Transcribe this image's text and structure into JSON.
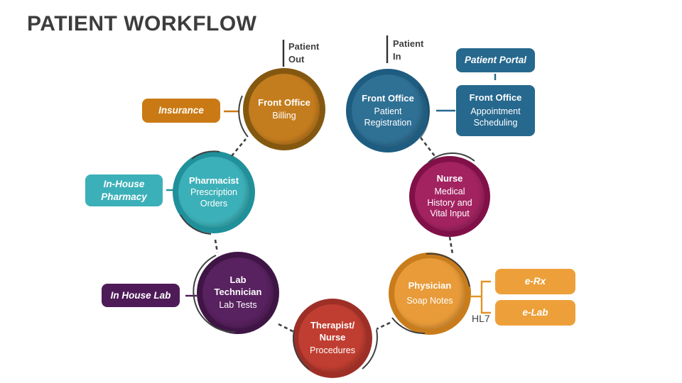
{
  "title": "PATIENT WORKFLOW",
  "labels": {
    "patient_in": "Patient In",
    "patient_out": "Patient Out",
    "hl7": "HL7"
  },
  "nodes": [
    {
      "role": "Front Office",
      "task": "Billing"
    },
    {
      "role": "Front Office",
      "task": "Patient Registration"
    },
    {
      "role": "Nurse",
      "task": "Medical History and Vital Input"
    },
    {
      "role": "Physician",
      "task": "Soap Notes"
    },
    {
      "role": "Therapist/ Nurse",
      "task": "Procedures"
    },
    {
      "role": "Lab Technician",
      "task": "Lab Tests"
    },
    {
      "role": "Pharmacist",
      "task": "Prescription Orders"
    }
  ],
  "boxes": {
    "portal": "Patient Portal",
    "appointment_role": "Front Office",
    "appointment_task": "Appointment Scheduling",
    "insurance": "Insurance",
    "pharmacy": "In-House Pharmacy",
    "lab": "In House Lab",
    "erx": "e-Rx",
    "elab": "e-Lab"
  },
  "colors": {
    "dark": "#3f4040",
    "title": "#3d3d3d",
    "blue": "#2f7095",
    "blue-dark": "#1e5c80",
    "blue-box": "#26688e",
    "magenta": "#a32361",
    "magenta-dark": "#811048",
    "gold": "#c47d1e",
    "gold-dark": "#845810",
    "insurance": "#ca7a14",
    "orange": "#e89b38",
    "orange-dark": "#c97c1b",
    "orange-box": "#eda03a",
    "orange-arrow": "#e39326",
    "red": "#c03e31",
    "red-dark": "#9d2f27",
    "purple": "#58215f",
    "purple-dark": "#3f1546",
    "purple-box": "#4e1b58",
    "teal": "#3cb0b8",
    "teal-dark": "#20909a",
    "black-arrow": "#303030"
  }
}
